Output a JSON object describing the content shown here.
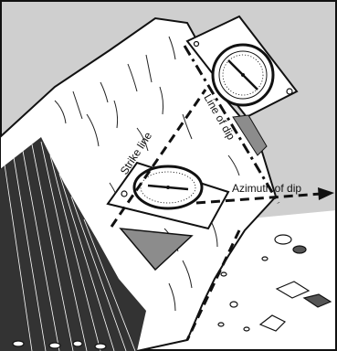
{
  "labels": {
    "strike_line": "Strike line",
    "line_of_dip": "Line of dip",
    "azimuth_of_dip": "Azimuth of dip"
  },
  "colors": {
    "sky": "#cfcfcf",
    "rock": "#ffffff",
    "outline": "#111111",
    "shadow": "#8c8c8c",
    "compass_face": "#ffffff"
  },
  "icons": {
    "compass": "compass-icon",
    "arrow": "arrow-right-icon"
  }
}
